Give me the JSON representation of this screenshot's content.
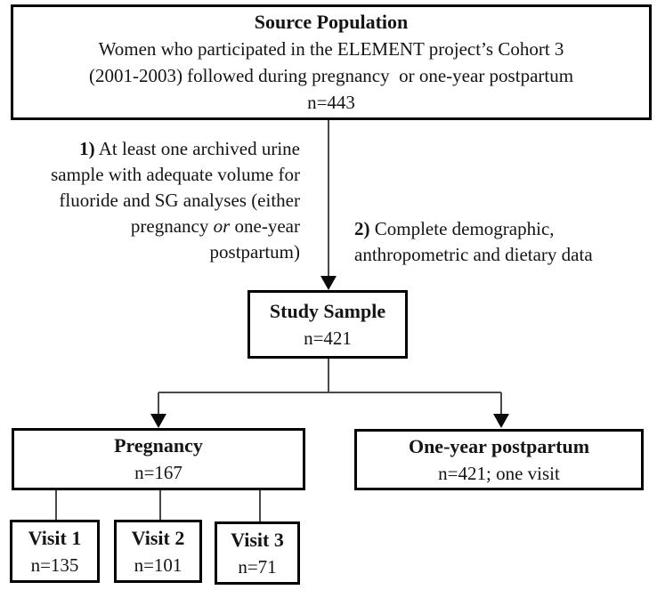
{
  "colors": {
    "background": "#ffffff",
    "box_border": "#000000",
    "text": "#141414",
    "line": "#4a4a4a",
    "arrow": "#0a0a0a"
  },
  "boxes": {
    "source_population": {
      "title": "Source Population",
      "line1": "Women who participated in the ELEMENT project’s Cohort 3",
      "line2": "(2001-2003) followed during pregnancy  or one-year postpartum",
      "n": "n=443"
    },
    "study_sample": {
      "title": "Study Sample",
      "n": "n=421"
    },
    "pregnancy": {
      "title": "Pregnancy",
      "n": "n=167"
    },
    "one_year_postpartum": {
      "title": "One-year postpartum",
      "n": "n=421; one visit"
    },
    "visit1": {
      "title": "Visit 1",
      "n": "n=135"
    },
    "visit2": {
      "title": "Visit 2",
      "n": "n=101"
    },
    "visit3": {
      "title": "Visit 3",
      "n": "n=71"
    }
  },
  "notes": {
    "criterion1": {
      "prefix": "1)",
      "line1_rest": " At least one archived urine",
      "line2": "sample with adequate volume for",
      "line3": "fluoride and SG analyses (either",
      "line4_pre": "pregnancy ",
      "line4_italic": "or",
      "line4_post": " one-year",
      "line5": "postpartum)"
    },
    "criterion2": {
      "prefix": "2)",
      "line1_rest": " Complete demographic,",
      "line2": "anthropometric and dietary data"
    }
  }
}
